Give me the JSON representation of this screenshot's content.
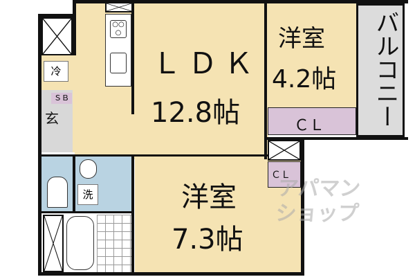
{
  "rooms": {
    "ldk": {
      "name": "ＬＤＫ",
      "size": "12.8帖"
    },
    "western1": {
      "name": "洋室",
      "size": "4.2帖"
    },
    "western2": {
      "name": "洋室",
      "size": "7.3帖"
    },
    "balcony": "バルコニー",
    "closet1": "ＣＬ",
    "closet2": "ＣＬ",
    "fridge": "冷",
    "shoebox": "ＳＢ",
    "entrance": "玄",
    "washer": "洗"
  },
  "watermark": {
    "line1": "アパマン",
    "line2": "ショップ"
  },
  "colors": {
    "room": "#f5e3b3",
    "wet": "#b9d3e2",
    "closet": "#d9c3d8",
    "balcony": "#dcdcdc"
  }
}
